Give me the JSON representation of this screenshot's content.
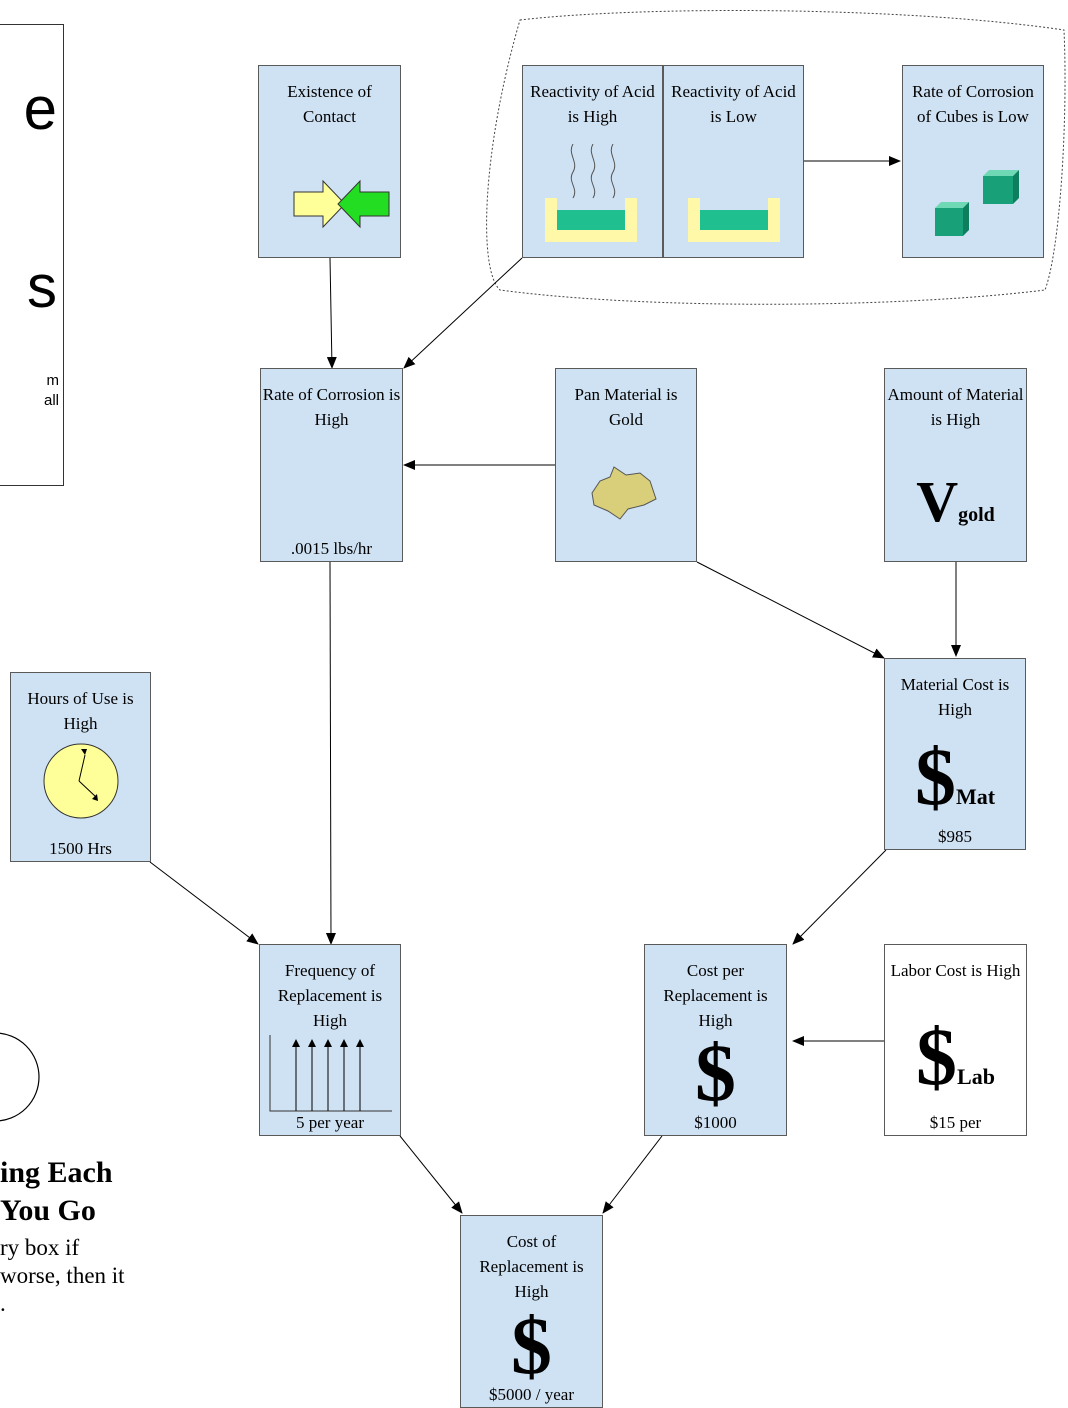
{
  "left_panel": {
    "big_1": "e",
    "big_2": "s",
    "small_1": "m",
    "small_2": "all"
  },
  "left_text": {
    "heading_1": "ing Each",
    "heading_2": "You Go",
    "body_1": "ry   box   if",
    "body_2": "worse, then it",
    "body_3": "."
  },
  "boxes": {
    "existence": {
      "title": "Existence of Contact"
    },
    "acid_high": {
      "title": "Reactivity of Acid is High"
    },
    "acid_low": {
      "title": "Reactivity of Acid is Low"
    },
    "cubes": {
      "title": "Rate of Corrosion of Cubes is Low"
    },
    "corrosion": {
      "title": "Rate of Corrosion is High",
      "value": ".0015 lbs/hr"
    },
    "pan": {
      "title": "Pan Material is Gold"
    },
    "amount": {
      "title": "Amount of Material is High",
      "symbol": "V",
      "subscript": "gold"
    },
    "hours": {
      "title": "Hours of Use is High",
      "value": "1500 Hrs"
    },
    "material_cost": {
      "title": "Material Cost is High",
      "symbol": "$",
      "subscript": "Mat",
      "value": "$985"
    },
    "frequency": {
      "title": "Frequency of Replacement is High",
      "value": "5 per year"
    },
    "cost_per": {
      "title": "Cost per Replacement is High",
      "symbol": "$",
      "value": "$1000"
    },
    "labor": {
      "title": "Labor Cost  is High",
      "symbol": "$",
      "subscript": "Lab",
      "value": "$15 per"
    },
    "cost_replacement": {
      "title": "Cost of Replacement is High",
      "symbol": "$",
      "value": "$5000 / year"
    }
  },
  "colors": {
    "box_fill": "#cfe2f3",
    "acid_green": "#1fbf8f",
    "container_yellow": "#fff8a8",
    "gold": "#d9cf7a",
    "clock_face": "#ffff99",
    "arrow_green": "#22dd22",
    "arrow_yellow": "#ffff99",
    "cube_green": "#18a078"
  },
  "icons": [
    "converging-arrows-icon",
    "steaming-beaker-icon",
    "beaker-icon",
    "cubes-icon",
    "gold-nugget-icon",
    "clock-icon",
    "impulse-chart-icon"
  ]
}
